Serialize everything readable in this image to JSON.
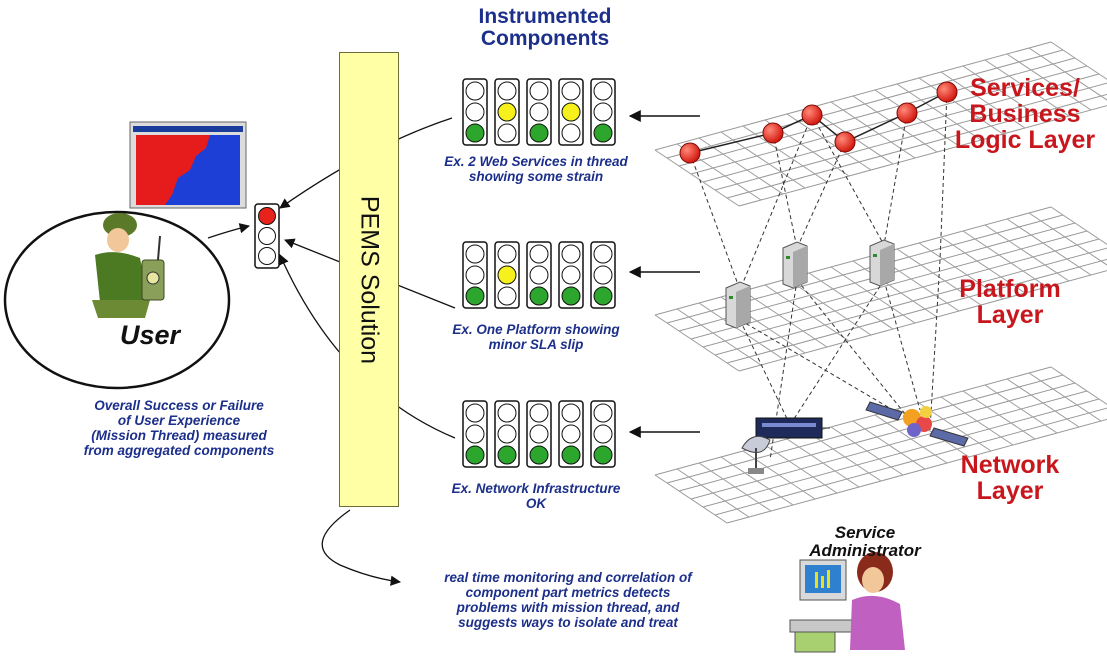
{
  "title": "Instrumented\nComponents",
  "pems_label": "PEMS Solution",
  "user_label": "User",
  "admin_label": "Service\nAdministrator",
  "layers": {
    "services": "Services/\nBusiness\nLogic Layer",
    "platform": "Platform\nLayer",
    "network": "Network\nLayer"
  },
  "captions": {
    "services": "Ex. 2 Web Services in thread\nshowing some strain",
    "platform": "Ex. One Platform showing\nminor SLA slip",
    "network": "Ex. Network Infrastructure\nOK",
    "overall": "Overall Success or Failure\nof User Experience\n(Mission Thread) measured\nfrom aggregated components",
    "monitoring": "real time monitoring and correlation of\ncomponent part metrics detects\nproblems with mission thread, and\nsuggests ways to isolate and treat"
  },
  "traffic_lights": {
    "services": [
      "green",
      "yellow",
      "green",
      "yellow",
      "green"
    ],
    "platform": [
      "green",
      "yellow",
      "green",
      "green",
      "green"
    ],
    "network": [
      "green",
      "green",
      "green",
      "green",
      "green"
    ],
    "user": "red"
  },
  "colors": {
    "layer_label": "#c8161d",
    "caption": "#1c2f8a",
    "pems_bar": "#ffffa6",
    "node": "#e8231c"
  }
}
